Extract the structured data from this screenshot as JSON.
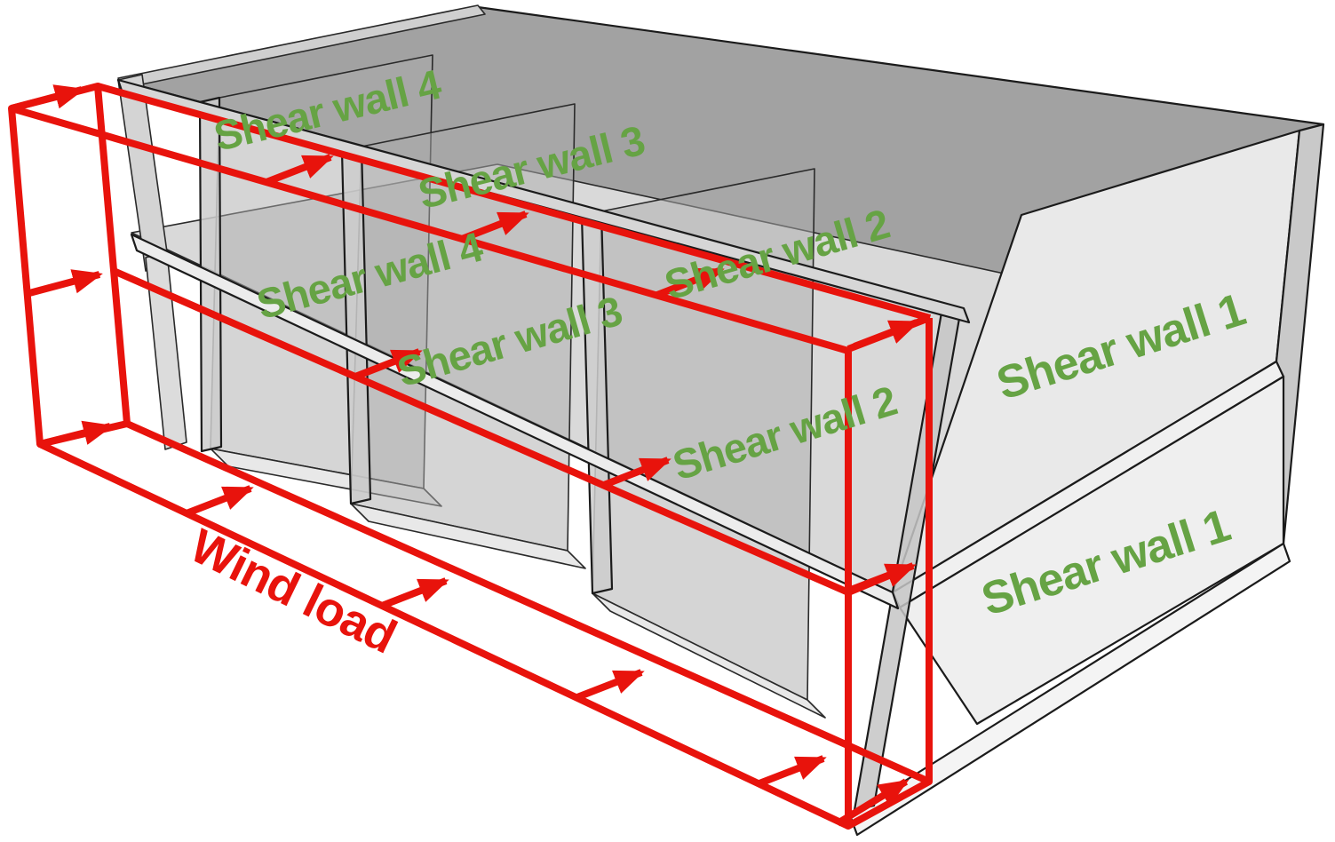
{
  "diagram": {
    "labels": [
      {
        "id": "shear-wall-4-upper",
        "text": "Shear wall 4",
        "storey": "upper"
      },
      {
        "id": "shear-wall-3-upper",
        "text": "Shear wall 3",
        "storey": "upper"
      },
      {
        "id": "shear-wall-2-upper",
        "text": "Shear wall 2",
        "storey": "upper"
      },
      {
        "id": "shear-wall-1-upper",
        "text": "Shear wall 1",
        "storey": "upper"
      },
      {
        "id": "shear-wall-4-lower",
        "text": "Shear wall 4",
        "storey": "lower"
      },
      {
        "id": "shear-wall-3-lower",
        "text": "Shear wall 3",
        "storey": "lower"
      },
      {
        "id": "shear-wall-2-lower",
        "text": "Shear wall 2",
        "storey": "lower"
      },
      {
        "id": "shear-wall-1-lower",
        "text": "Shear wall 1",
        "storey": "lower"
      }
    ],
    "wind_label": {
      "text": "Wind load"
    },
    "colors": {
      "shear_wall_label_green": "#66a344",
      "wind_load_red": "#e8130c",
      "structure_outline": "#1b1b1b",
      "roof_dark_gray": "#a2a2a2",
      "floor_gray": "#d9d9d9",
      "wall_light_gray": "#e9e9e9"
    }
  }
}
